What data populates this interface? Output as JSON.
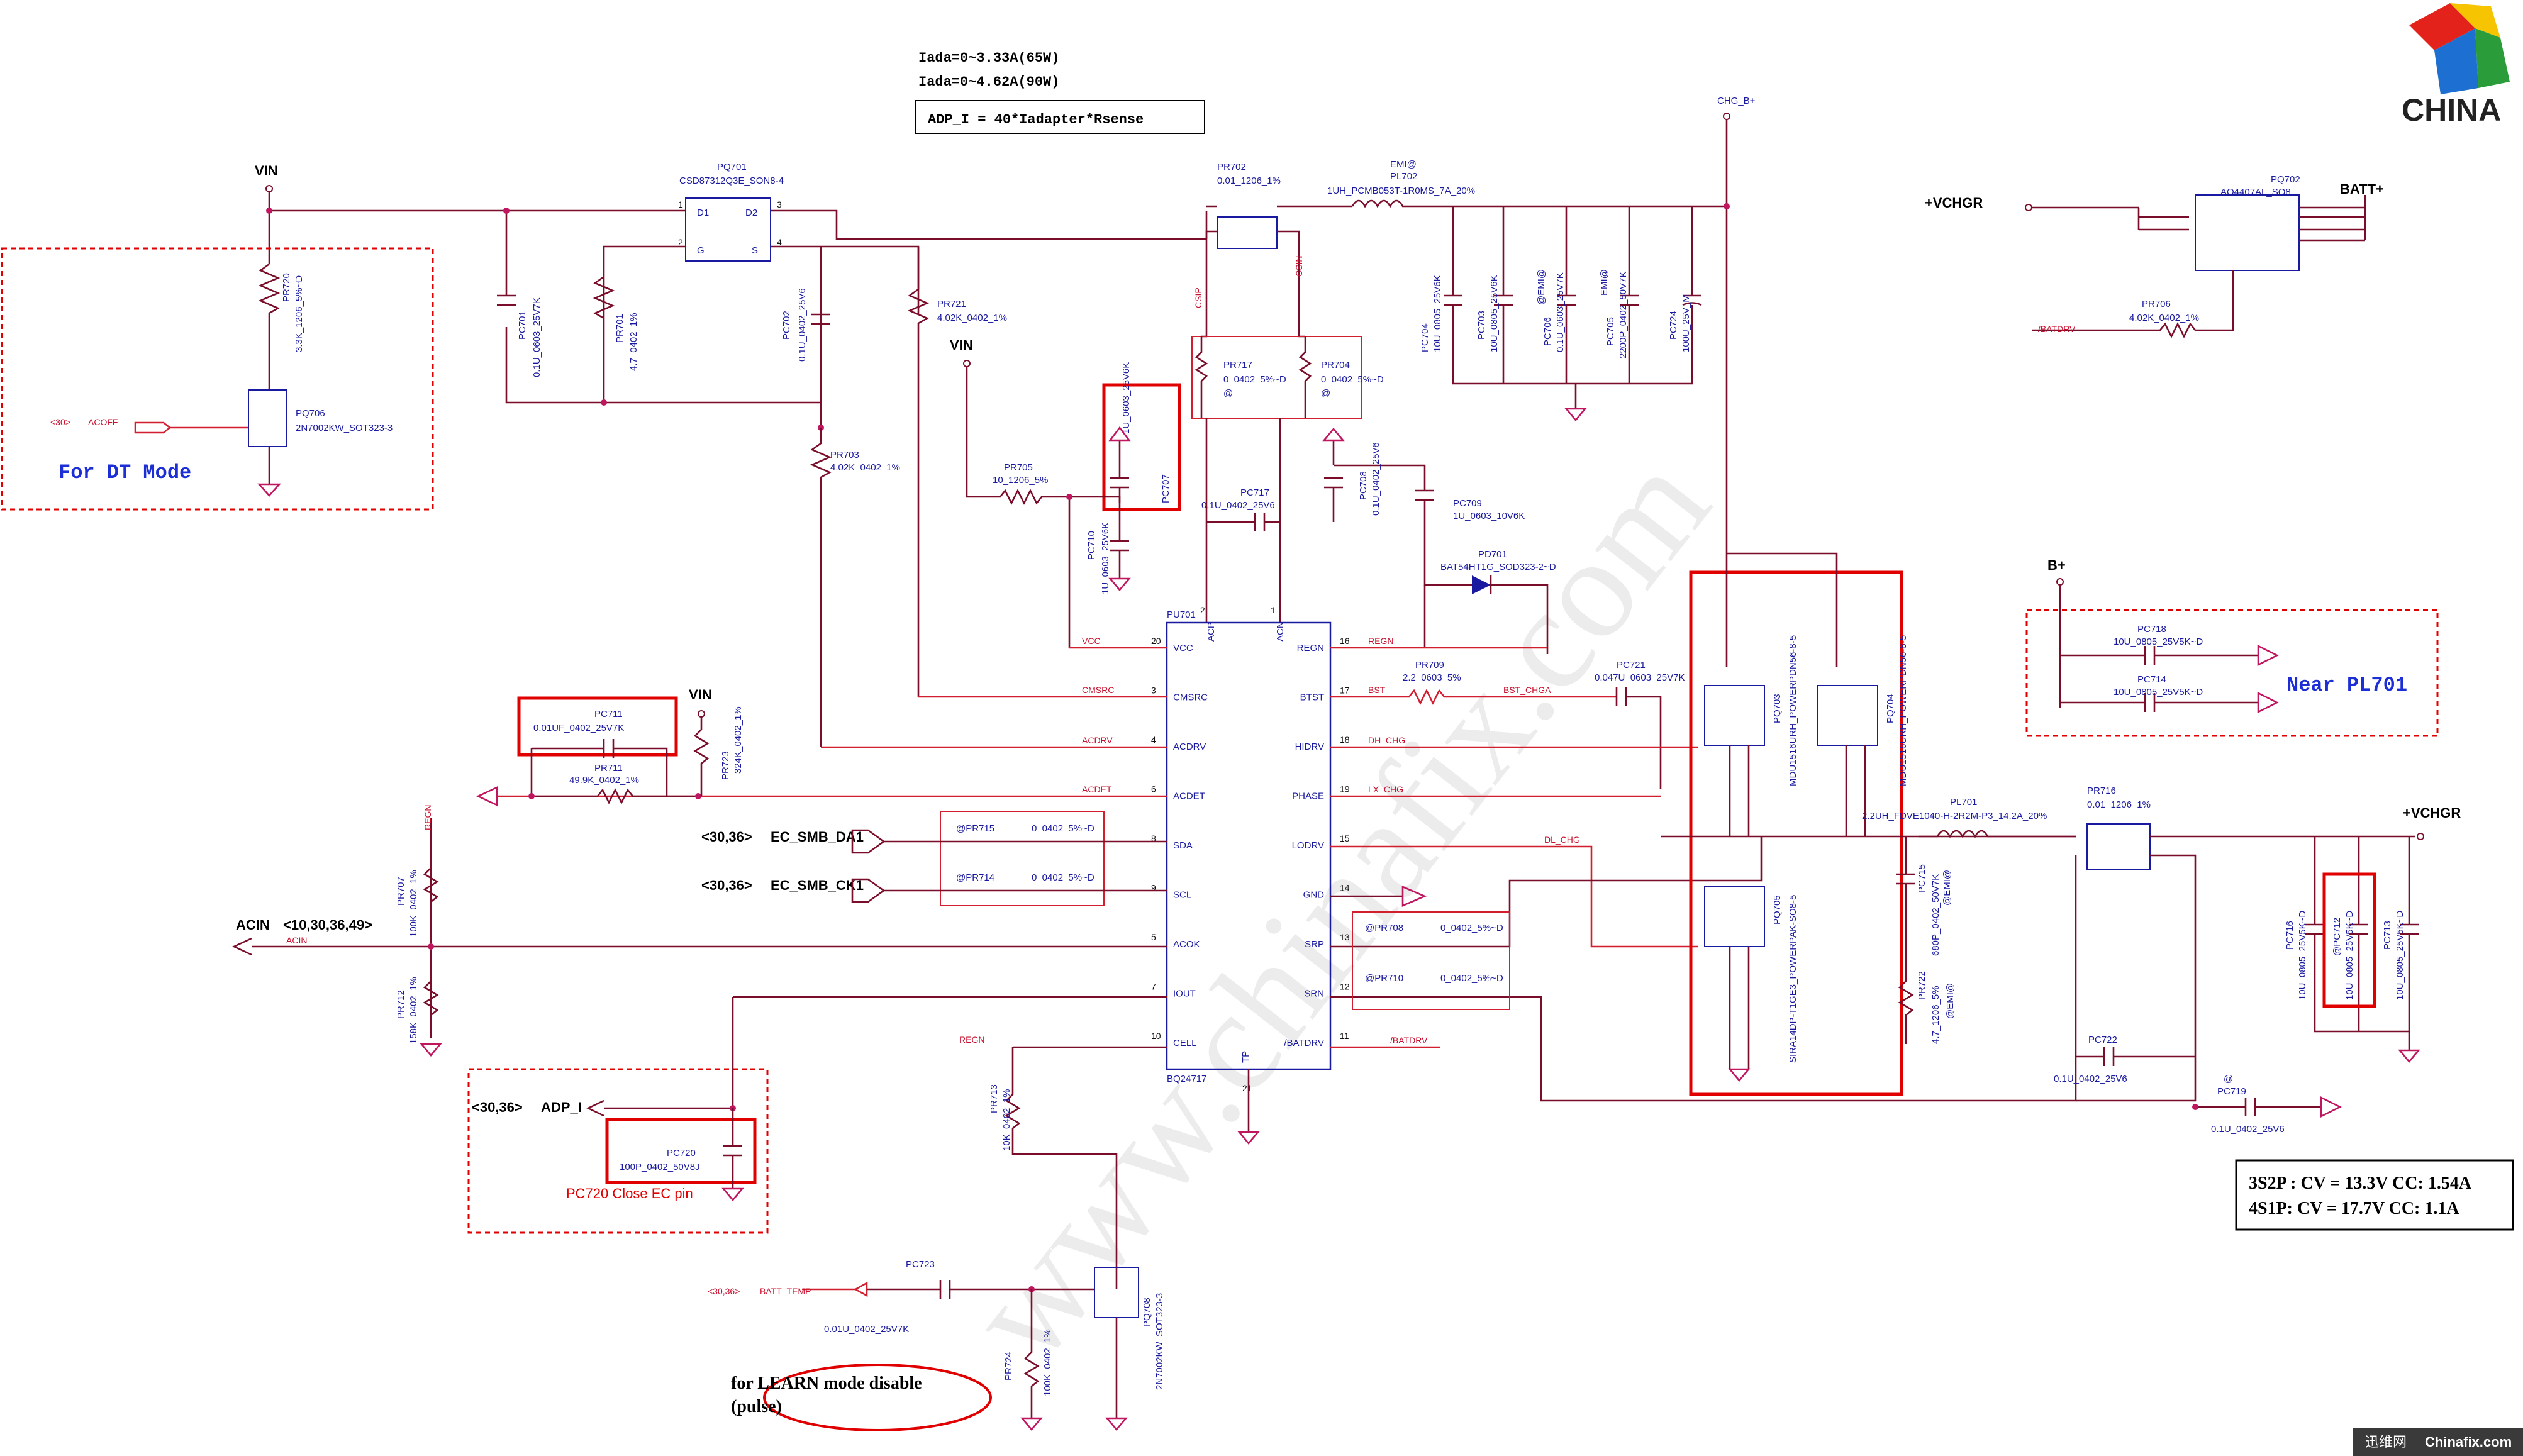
{
  "notes": {
    "iada_65": "Iada=0~3.33A(65W)",
    "iada_90": "Iada=0~4.62A(90W)",
    "adp_formula": "ADP_I = 40*Iadapter*Rsense",
    "dt_mode": "For DT Mode",
    "near_pl701": "Near PL701",
    "pc720_note": "PC720 Close EC pin",
    "learn_mode": "for LEARN mode disable",
    "learn_pulse": "(pulse)",
    "cv_3s2p": "3S2P : CV = 13.3V CC: 1.54A",
    "cv_4s1p": "4S1P: CV = 17.7V CC: 1.1A"
  },
  "logo": {
    "text": "CHINA",
    "footer_cn": "迅维网",
    "footer_site": "Chinafix.com",
    "watermark": "www.chinafix.com"
  },
  "nets": {
    "vin": "VIN",
    "vin2": "VIN",
    "vin3": "VIN",
    "chg_b": "CHG_B+",
    "vchgr_top": "+VCHGR",
    "vchgr_right": "+VCHGR",
    "batt": "BATT+",
    "bplus": "B+",
    "acoff": "ACOFF",
    "acoff_ref": "<30>",
    "batdrv": "/BATDRV",
    "acin": "ACIN",
    "acin_ref": "<10,30,36,49>",
    "acin_small": "ACIN",
    "ec_smb_da1": "EC_SMB_DA1",
    "ec_smb_ck1": "EC_SMB_CK1",
    "smb_ref": "<30,36>",
    "smb_ref2": "<30,36>",
    "adp_i": "ADP_I",
    "adp_ref": "<30,36>",
    "batt_temp": "BATT_TEMP",
    "batt_temp_ref": "<30,36>",
    "regn": "REGN",
    "regn2": "REGN",
    "regn3": "REGN",
    "vcc": "VCC",
    "cmsrc": "CMSRC",
    "acdrv": "ACDRV",
    "acdet": "ACDET",
    "bst": "BST",
    "bst_chga": "BST_CHGA",
    "dh_chg": "DH_CHG",
    "lx_chg": "LX_CHG",
    "dl_chg": "DL_CHG",
    "csip": "CSIP",
    "csin": "CSIN",
    "batdrv2": "/BATDRV"
  },
  "ic": {
    "ref": "PU701",
    "part": "BQ24717",
    "left_pins": [
      {
        "name": "VCC",
        "num": "20"
      },
      {
        "name": "CMSRC",
        "num": "3"
      },
      {
        "name": "ACDRV",
        "num": "4"
      },
      {
        "name": "ACDET",
        "num": "6"
      },
      {
        "name": "SDA",
        "num": "8"
      },
      {
        "name": "SCL",
        "num": "9"
      },
      {
        "name": "ACOK",
        "num": "5"
      },
      {
        "name": "IOUT",
        "num": "7"
      },
      {
        "name": "CELL",
        "num": "10"
      }
    ],
    "right_pins": [
      {
        "name": "REGN",
        "num": "16"
      },
      {
        "name": "BTST",
        "num": "17"
      },
      {
        "name": "HIDRV",
        "num": "18"
      },
      {
        "name": "PHASE",
        "num": "19"
      },
      {
        "name": "LODRV",
        "num": "15"
      },
      {
        "name": "GND",
        "num": "14"
      },
      {
        "name": "SRP",
        "num": "13"
      },
      {
        "name": "SRN",
        "num": "12"
      },
      {
        "name": "/BATDRV",
        "num": "11"
      }
    ],
    "top_pins": [
      {
        "name": "ACP",
        "num": "2"
      },
      {
        "name": "ACN",
        "num": "1"
      }
    ],
    "bottom_pin": {
      "name": "TP",
      "num": "21"
    }
  },
  "components": {
    "pq701": {
      "ref": "PQ701",
      "val": "CSD87312Q3E_SON8-4",
      "p1": "D1",
      "p2": "D2",
      "p3": "G",
      "p4": "S"
    },
    "pr702": {
      "ref": "PR702",
      "val": "0.01_1206_1%"
    },
    "pl702": {
      "ref": "EMI@\nPL702",
      "ref1": "EMI@",
      "ref2": "PL702",
      "val": "1UH_PCMB053T-1R0MS_7A_20%"
    },
    "pr720": {
      "ref": "PR720",
      "val": "3.3K_1206_5%~D"
    },
    "pq706": {
      "ref": "PQ706",
      "val": "2N7002KW_SOT323-3"
    },
    "pc701": {
      "ref": "PC701",
      "val": "0.1U_0603_25V7K"
    },
    "pr701": {
      "ref": "PR701",
      "val": "4.7_0402_1%"
    },
    "pc702": {
      "ref": "PC702",
      "val": "0.1U_0402_25V6"
    },
    "pr703": {
      "ref": "PR703",
      "val": "4.02K_0402_1%"
    },
    "pr721": {
      "ref": "PR721",
      "val": "4.02K_0402_1%"
    },
    "pr717": {
      "ref": "PR717",
      "val": "0_0402_5%~D"
    },
    "pr704": {
      "ref": "PR704",
      "val": "0_0402_5%~D"
    },
    "pc707": {
      "ref": "PC707",
      "val": "1U_0603_25V6K"
    },
    "pr705": {
      "ref": "PR705",
      "val": "10_1206_5%"
    },
    "pc710": {
      "ref": "PC710",
      "val": "1U_0603_25V6K"
    },
    "pc717": {
      "ref": "PC717",
      "val": "0.1U_0402_25V6"
    },
    "pc708": {
      "ref": "PC708",
      "val": "0.1U_0402_25V6"
    },
    "pc709": {
      "ref": "PC709",
      "val": "1U_0603_10V6K"
    },
    "pd701": {
      "ref": "PD701",
      "val": "BAT54HT1G_SOD323-2~D"
    },
    "pc704": {
      "ref": "PC704",
      "val": "10U_0805_25V6K"
    },
    "pc703": {
      "ref": "PC703",
      "val": "10U_0805_25V6K"
    },
    "pc706": {
      "ref": "PC706",
      "val": "0.1U_0603_25V7K"
    },
    "pc705": {
      "ref": "PC705",
      "val": "2200P_0402_50V7K"
    },
    "pc724": {
      "ref": "PC724",
      "val": "100U_25V_M"
    },
    "pq702": {
      "ref": "PQ702",
      "val": "AO4407AL_SO8"
    },
    "pr706": {
      "ref": "PR706",
      "val": "4.02K_0402_1%"
    },
    "pc718": {
      "ref": "PC718",
      "val": "10U_0805_25V5K~D"
    },
    "pc714": {
      "ref": "PC714",
      "val": "10U_0805_25V5K~D"
    },
    "pc711": {
      "ref": "PC711",
      "val": "0.01UF_0402_25V7K"
    },
    "pr711": {
      "ref": "PR711",
      "val": "49.9K_0402_1%"
    },
    "pr723": {
      "ref": "PR723",
      "val": "324K_0402_1%"
    },
    "pr715": {
      "ref": "PR715",
      "val": "0_0402_5%~D"
    },
    "pr714": {
      "ref": "PR714",
      "val": "0_0402_5%~D"
    },
    "pr707": {
      "ref": "PR707",
      "val": "100K_0402_1%"
    },
    "pr712": {
      "ref": "PR712",
      "val": "158K_0402_1%"
    },
    "pc720": {
      "ref": "PC720",
      "val": "100P_0402_50V8J"
    },
    "pr713": {
      "ref": "PR713",
      "val": "10K_0402_1%"
    },
    "pc723": {
      "ref": "PC723",
      "val": "0.01U_0402_25V7K"
    },
    "pr724": {
      "ref": "PR724",
      "val": "100K_0402_1%"
    },
    "pq708": {
      "ref": "PQ708",
      "val": "2N7002KW_SOT323-3"
    },
    "pr709": {
      "ref": "PR709",
      "val": "2.2_0603_5%"
    },
    "pc721": {
      "ref": "PC721",
      "val": "0.047U_0603_25V7K"
    },
    "pq703": {
      "ref": "PQ703",
      "val": "MDU1516URH_POWERPDN56-8-5"
    },
    "pq704": {
      "ref": "PQ704",
      "val": "MDU1516URH_POWERPDN56-8-5"
    },
    "pq705": {
      "ref": "PQ705",
      "val": "SIRA14DP-T1GE3_POWERPAK-SO8-5"
    },
    "pl701": {
      "ref": "PL701",
      "val": "2.2UH_FDVE1040-H-2R2M-P3_14.2A_20%"
    },
    "pc715": {
      "ref": "PC715",
      "val": "680P_0402_50V7K"
    },
    "pr722": {
      "ref": "PR722",
      "val": "4.7_1206_5%"
    },
    "pr716": {
      "ref": "PR716",
      "val": "0.01_1206_1%"
    },
    "pr708": {
      "ref": "PR708",
      "val": "0_0402_5%~D"
    },
    "pr710": {
      "ref": "PR710",
      "val": "0_0402_5%~D"
    },
    "pc722": {
      "ref": "PC722",
      "val": "0.1U_0402_25V6"
    },
    "pc719": {
      "ref": "PC719",
      "val": "0.1U_0402_25V6"
    },
    "pc716": {
      "ref": "PC716",
      "val": "10U_0805_25V5K~D"
    },
    "pc712": {
      "ref": "PC712",
      "val": "10U_0805_25V5K~D"
    },
    "pc713": {
      "ref": "PC713",
      "val": "10U_0805_25V5K~D"
    }
  },
  "marks": {
    "at": "@",
    "emi": "@EMI@",
    "emi2": "@EMI@",
    "emi3": "EMI@",
    "emi4": "@EMI@",
    "emi5": "@EMI@",
    "at_pr715": "@PR715",
    "at_pr714": "@PR714",
    "at_pr708": "@PR708",
    "at_pr710": "@PR710",
    "at_pc712": "@PC712"
  },
  "colors": {
    "wire": "#7a0e2a",
    "net_label": "#c8102e",
    "ref_text": "#1a1aa0",
    "highlight": "#e00000",
    "note_blue": "#1c2fd6"
  }
}
